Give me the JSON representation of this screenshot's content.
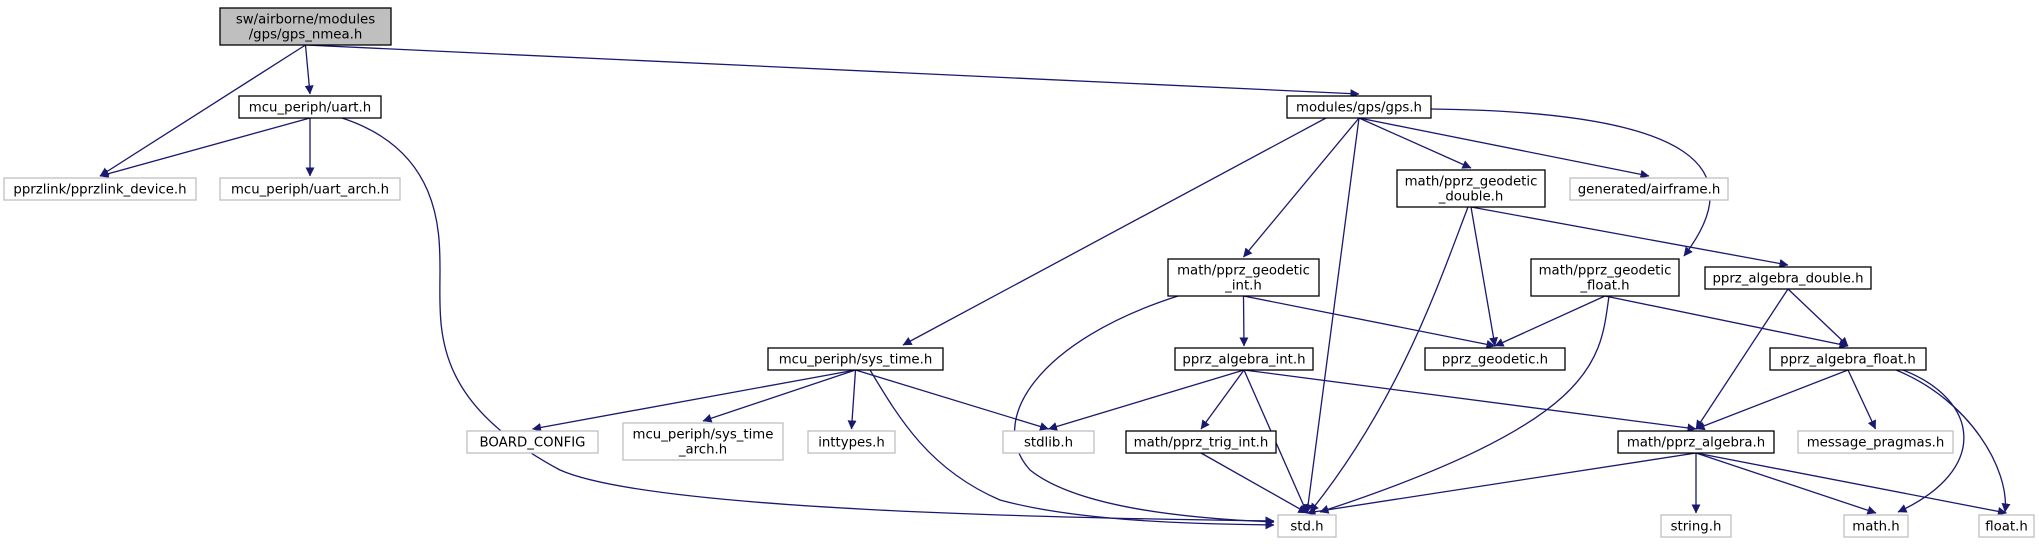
{
  "colors": {
    "edge": "#191970",
    "root_fill": "#bfbfbf",
    "root_border": "#000000",
    "documented_border": "#000000",
    "external_border": "#bfbfbf",
    "node_fill": "#ffffff"
  },
  "nodes": [
    {
      "id": "gps_nmea",
      "lines": [
        "sw/airborne/modules",
        "/gps/gps_nmea.h"
      ],
      "kind": "root"
    },
    {
      "id": "uart",
      "lines": [
        "mcu_periph/uart.h"
      ],
      "kind": "documented"
    },
    {
      "id": "gps",
      "lines": [
        "modules/gps/gps.h"
      ],
      "kind": "documented"
    },
    {
      "id": "pprzlink_device",
      "lines": [
        "pprzlink/pprzlink_device.h"
      ],
      "kind": "external"
    },
    {
      "id": "uart_arch",
      "lines": [
        "mcu_periph/uart_arch.h"
      ],
      "kind": "external"
    },
    {
      "id": "geodetic_double",
      "lines": [
        "math/pprz_geodetic",
        "_double.h"
      ],
      "kind": "documented"
    },
    {
      "id": "airframe",
      "lines": [
        "generated/airframe.h"
      ],
      "kind": "external"
    },
    {
      "id": "geodetic_int",
      "lines": [
        "math/pprz_geodetic",
        "_int.h"
      ],
      "kind": "documented"
    },
    {
      "id": "geodetic_float",
      "lines": [
        "math/pprz_geodetic",
        "_float.h"
      ],
      "kind": "documented"
    },
    {
      "id": "algebra_double",
      "lines": [
        "pprz_algebra_double.h"
      ],
      "kind": "documented"
    },
    {
      "id": "sys_time",
      "lines": [
        "mcu_periph/sys_time.h"
      ],
      "kind": "documented"
    },
    {
      "id": "algebra_int",
      "lines": [
        "pprz_algebra_int.h"
      ],
      "kind": "documented"
    },
    {
      "id": "pprz_geodetic",
      "lines": [
        "pprz_geodetic.h"
      ],
      "kind": "documented"
    },
    {
      "id": "algebra_float",
      "lines": [
        "pprz_algebra_float.h"
      ],
      "kind": "documented"
    },
    {
      "id": "board_config",
      "lines": [
        "BOARD_CONFIG"
      ],
      "kind": "external"
    },
    {
      "id": "sys_time_arch",
      "lines": [
        "mcu_periph/sys_time",
        "_arch.h"
      ],
      "kind": "external"
    },
    {
      "id": "inttypes",
      "lines": [
        "inttypes.h"
      ],
      "kind": "external"
    },
    {
      "id": "stdlib",
      "lines": [
        "stdlib.h"
      ],
      "kind": "external"
    },
    {
      "id": "trig_int",
      "lines": [
        "math/pprz_trig_int.h"
      ],
      "kind": "documented"
    },
    {
      "id": "pprz_algebra",
      "lines": [
        "math/pprz_algebra.h"
      ],
      "kind": "documented"
    },
    {
      "id": "message_pragmas",
      "lines": [
        "message_pragmas.h"
      ],
      "kind": "external"
    },
    {
      "id": "std",
      "lines": [
        "std.h"
      ],
      "kind": "external"
    },
    {
      "id": "string",
      "lines": [
        "string.h"
      ],
      "kind": "external"
    },
    {
      "id": "math",
      "lines": [
        "math.h"
      ],
      "kind": "external"
    },
    {
      "id": "float",
      "lines": [
        "float.h"
      ],
      "kind": "external"
    }
  ],
  "edges": [
    [
      "gps_nmea",
      "pprzlink_device"
    ],
    [
      "gps_nmea",
      "uart"
    ],
    [
      "gps_nmea",
      "gps"
    ],
    [
      "uart",
      "pprzlink_device"
    ],
    [
      "uart",
      "uart_arch"
    ],
    [
      "uart",
      "std"
    ],
    [
      "gps",
      "sys_time"
    ],
    [
      "gps",
      "geodetic_int"
    ],
    [
      "gps",
      "std"
    ],
    [
      "gps",
      "geodetic_double"
    ],
    [
      "gps",
      "airframe"
    ],
    [
      "gps",
      "geodetic_float"
    ],
    [
      "geodetic_double",
      "std"
    ],
    [
      "geodetic_double",
      "pprz_geodetic"
    ],
    [
      "geodetic_double",
      "algebra_double"
    ],
    [
      "geodetic_int",
      "std"
    ],
    [
      "geodetic_int",
      "algebra_int"
    ],
    [
      "geodetic_int",
      "pprz_geodetic"
    ],
    [
      "geodetic_float",
      "pprz_geodetic"
    ],
    [
      "geodetic_float",
      "std"
    ],
    [
      "geodetic_float",
      "algebra_float"
    ],
    [
      "algebra_double",
      "algebra_float"
    ],
    [
      "algebra_double",
      "pprz_algebra"
    ],
    [
      "sys_time",
      "board_config"
    ],
    [
      "sys_time",
      "sys_time_arch"
    ],
    [
      "sys_time",
      "inttypes"
    ],
    [
      "sys_time",
      "std"
    ],
    [
      "sys_time",
      "stdlib"
    ],
    [
      "algebra_int",
      "stdlib"
    ],
    [
      "algebra_int",
      "trig_int"
    ],
    [
      "algebra_int",
      "std"
    ],
    [
      "algebra_int",
      "pprz_algebra"
    ],
    [
      "trig_int",
      "std"
    ],
    [
      "algebra_float",
      "pprz_algebra"
    ],
    [
      "algebra_float",
      "message_pragmas"
    ],
    [
      "algebra_float",
      "math"
    ],
    [
      "algebra_float",
      "float"
    ],
    [
      "pprz_algebra",
      "std"
    ],
    [
      "pprz_algebra",
      "string"
    ],
    [
      "pprz_algebra",
      "math"
    ],
    [
      "pprz_algebra",
      "float"
    ]
  ]
}
